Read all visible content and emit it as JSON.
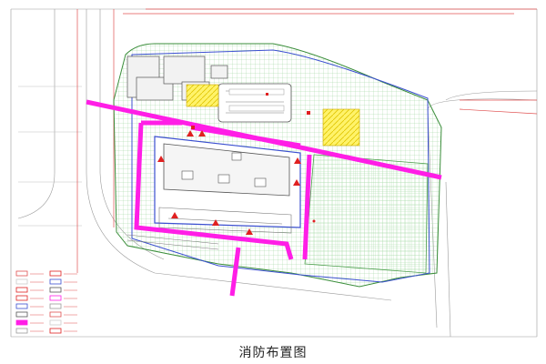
{
  "caption": "消防布置图",
  "colors": {
    "background": "#ffffff",
    "fire_lane": "#ff1ee6",
    "site_boundary_red": "#e05050",
    "building_outline_blue": "#3b4fd0",
    "green_grid": "#88cc88",
    "parking_yellow": "#ffe400",
    "hydrant_red": "#e02020",
    "road_line_gray": "#9a9a9a"
  },
  "icons": [
    "fire-hydrant-icon",
    "fire-engine-entrance-icon",
    "parking-grid",
    "fire-lane"
  ],
  "legend": {
    "rows": 8,
    "swatch_colors": [
      "#e05050",
      "#cccccc",
      "#e02020",
      "#e02020",
      "#3b4fd0",
      "#555555",
      "#ff1ee6",
      "#999999"
    ]
  }
}
